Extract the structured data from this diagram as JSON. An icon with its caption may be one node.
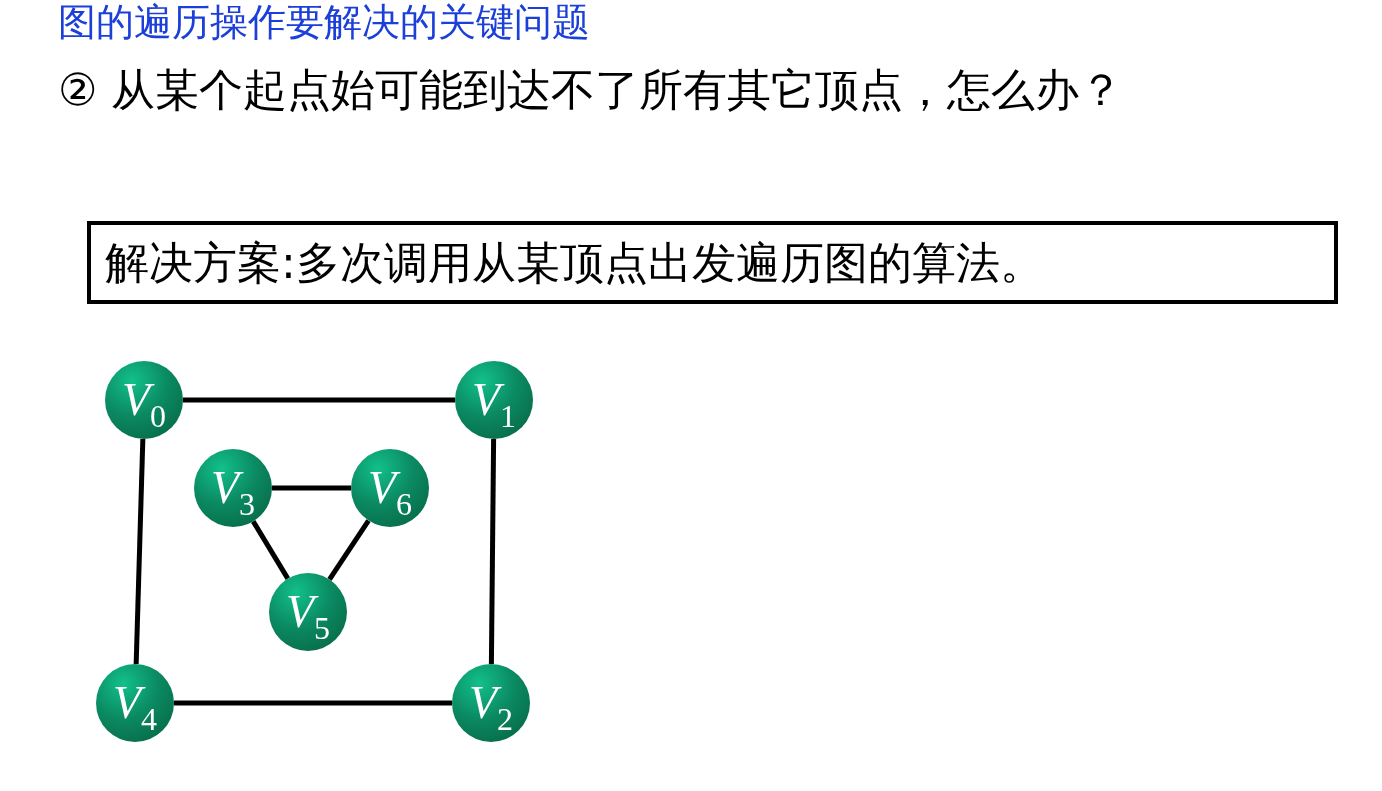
{
  "diagram": {
    "title": "图的遍历操作要解决的关键问题",
    "nodes": [
      {
        "text": [
          "解决方案:多次调用从某顶点出发遍历图的算法。"
        ]
      },
      {
        "text": [
          "*V*$_{0}$"
        ]
      },
      {
        "text": [
          "*V*$_{1}$"
        ]
      },
      {
        "text": [
          "*V*$_{3}$"
        ]
      },
      {
        "text": [
          "*V*$_{6}$"
        ]
      },
      {
        "text": [
          "*V*$_{5}$"
        ]
      },
      {
        "text": [
          "*V*$_{4}$"
        ]
      },
      {
        "text": [
          "*V*$_{2}$"
        ]
      }
    ],
    "edges": [
      {
        "from": 1,
        "to": 2,
        "arrow": "none"
      },
      {
        "from": 2,
        "to": 7,
        "arrow": "none"
      },
      {
        "from": 7,
        "to": 6,
        "arrow": "none"
      },
      {
        "from": 6,
        "to": 1,
        "arrow": "none"
      },
      {
        "from": 3,
        "to": 4,
        "arrow": "none"
      },
      {
        "from": 3,
        "to": 5,
        "arrow": "none"
      },
      {
        "from": 4,
        "to": 5,
        "arrow": "none"
      }
    ],
    "labels": [
      "② 从某个起点始可能到达不了所有其它顶点，怎么办？"
    ]
  }
}
